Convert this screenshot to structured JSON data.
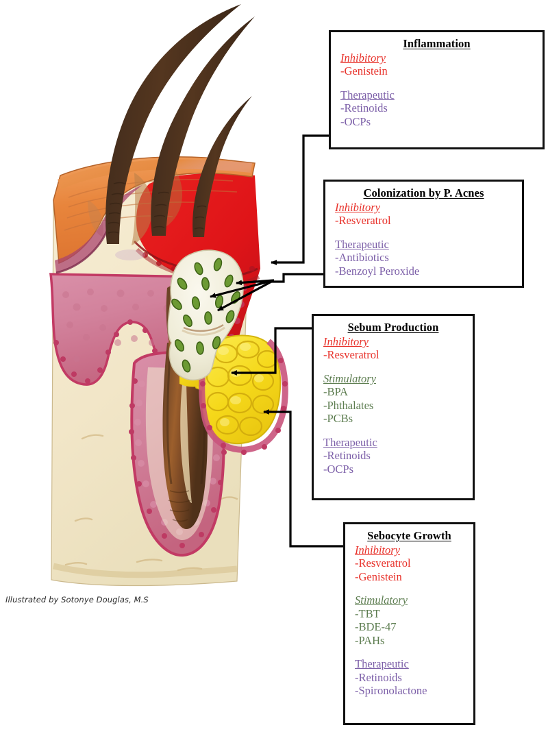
{
  "figure": {
    "credit": "Illustrated by Sotonye Douglas, M.S",
    "subject": "acne-pathogenesis-hair-follicle-cross-section"
  },
  "colors": {
    "inhibitory": "#e8322b",
    "stimulatory": "#5d7d50",
    "therapeutic": "#7c5fa8",
    "title": "#000000",
    "box_border": "#111111",
    "connector": "#000000",
    "epidermis_orange": "#e8853c",
    "inflammation_red": "#e2171c",
    "rete_pink": "#d9577f",
    "dermis_cream": "#f2e6c8",
    "sebaceous_yellow": "#f5dc1e",
    "hair_brown": "#5a3a24",
    "comedone_cream": "#f0eedb",
    "bacteria_green": "#5f8a32"
  },
  "boxes": [
    {
      "id": "inflammation",
      "title": "Inflammation",
      "groups": [
        {
          "label": "Inhibitory",
          "style": "italic",
          "color_key": "inhibitory",
          "items": [
            "-Genistein"
          ]
        },
        {
          "label": "Therapeutic",
          "style": "plain",
          "color_key": "therapeutic",
          "items": [
            "-Retinoids",
            "-OCPs"
          ]
        }
      ]
    },
    {
      "id": "colonization",
      "title": "Colonization by P. Acnes",
      "groups": [
        {
          "label": "Inhibitory",
          "style": "italic",
          "color_key": "inhibitory",
          "items": [
            "-Resveratrol"
          ]
        },
        {
          "label": "Therapeutic",
          "style": "plain",
          "color_key": "therapeutic",
          "items": [
            "-Antibiotics",
            "-Benzoyl Peroxide"
          ]
        }
      ]
    },
    {
      "id": "sebum-production",
      "title": "Sebum Production",
      "groups": [
        {
          "label": "Inhibitory",
          "style": "italic",
          "color_key": "inhibitory",
          "items": [
            "-Resveratrol"
          ]
        },
        {
          "label": "Stimulatory",
          "style": "italic",
          "color_key": "stimulatory",
          "items": [
            "-BPA",
            "-Phthalates",
            "-PCBs"
          ]
        },
        {
          "label": "Therapeutic",
          "style": "plain",
          "color_key": "therapeutic",
          "items": [
            "-Retinoids",
            "-OCPs"
          ]
        }
      ]
    },
    {
      "id": "sebocyte-growth",
      "title": "Sebocyte Growth",
      "groups": [
        {
          "label": "Inhibitory",
          "style": "italic",
          "color_key": "inhibitory",
          "items": [
            "-Resveratrol",
            "-Genistein"
          ]
        },
        {
          "label": "Stimulatory",
          "style": "italic",
          "color_key": "stimulatory",
          "items": [
            "-TBT",
            "-BDE-47",
            "-PAHs"
          ]
        },
        {
          "label": "Therapeutic",
          "style": "plain",
          "color_key": "therapeutic",
          "items": [
            "-Retinoids",
            "-Spironolactone"
          ]
        }
      ]
    }
  ],
  "anatomy_labels": {
    "hair_shafts": "hair-shafts",
    "epidermis": "epidermis",
    "inflamed_tissue": "inflamed-dermis",
    "comedone": "comedone-plug",
    "bacteria": "p-acnes-bacteria",
    "sebaceous_gland": "sebaceous-gland",
    "sebaceous_duct": "sebaceous-duct",
    "follicle": "hair-follicle",
    "hair_bulb": "hair-bulb",
    "dermis": "dermis"
  }
}
